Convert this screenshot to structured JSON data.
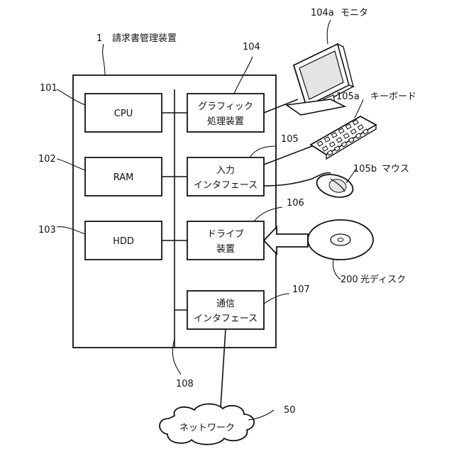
{
  "system": {
    "ref": "1",
    "name": "請求書管理装置"
  },
  "blocks": {
    "cpu": {
      "ref": "101",
      "label": "CPU"
    },
    "ram": {
      "ref": "102",
      "label": "RAM"
    },
    "hdd": {
      "ref": "103",
      "label": "HDD"
    },
    "graphics": {
      "ref": "104",
      "line1": "グラフィック",
      "line2": "処理装置"
    },
    "input": {
      "ref": "105",
      "line1": "入力",
      "line2": "インタフェース"
    },
    "drive": {
      "ref": "106",
      "line1": "ドライブ",
      "line2": "装置"
    },
    "comm": {
      "ref": "107",
      "line1": "通信",
      "line2": "インタフェース"
    }
  },
  "bus": {
    "ref": "108"
  },
  "peripherals": {
    "monitor": {
      "ref": "104a",
      "name": "モニタ"
    },
    "keyboard": {
      "ref": "105a",
      "name": "キーボード"
    },
    "mouse": {
      "ref": "105b",
      "name": "マウス"
    },
    "disc": {
      "ref": "200",
      "name": "光ディスク"
    },
    "network": {
      "ref": "50",
      "name": "ネットワーク"
    }
  }
}
